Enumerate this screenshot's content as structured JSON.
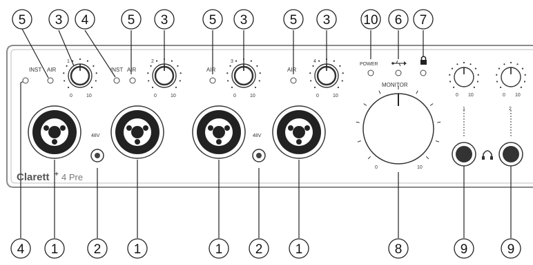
{
  "callouts_top": [
    "5",
    "3",
    "4",
    "5",
    "3",
    "5",
    "3",
    "5",
    "3",
    "10",
    "6",
    "7"
  ],
  "callouts_bottom": [
    "4",
    "1",
    "2",
    "1",
    "1",
    "2",
    "1",
    "8",
    "9",
    "9"
  ],
  "panel": {
    "brand": "Clarett",
    "brand_plus": "+",
    "brand_model": "4 Pre",
    "inst_label": "INST",
    "air_label": "AIR",
    "phantom_label": "48V",
    "power_label": "POWER",
    "usb_symbol": "⇠•",
    "lock_symbol": "🔒",
    "monitor_label": "MONITOR",
    "channel_numbers": [
      "1",
      "2",
      "3",
      "4"
    ],
    "headphone_numbers": [
      "1",
      "2"
    ],
    "gain_min": "0",
    "gain_max": "10",
    "headphone_symbol": "∩"
  },
  "colors": {
    "panel_border": "#8a8a8a",
    "panel_fill": "#ffffff",
    "ink": "#222222"
  }
}
